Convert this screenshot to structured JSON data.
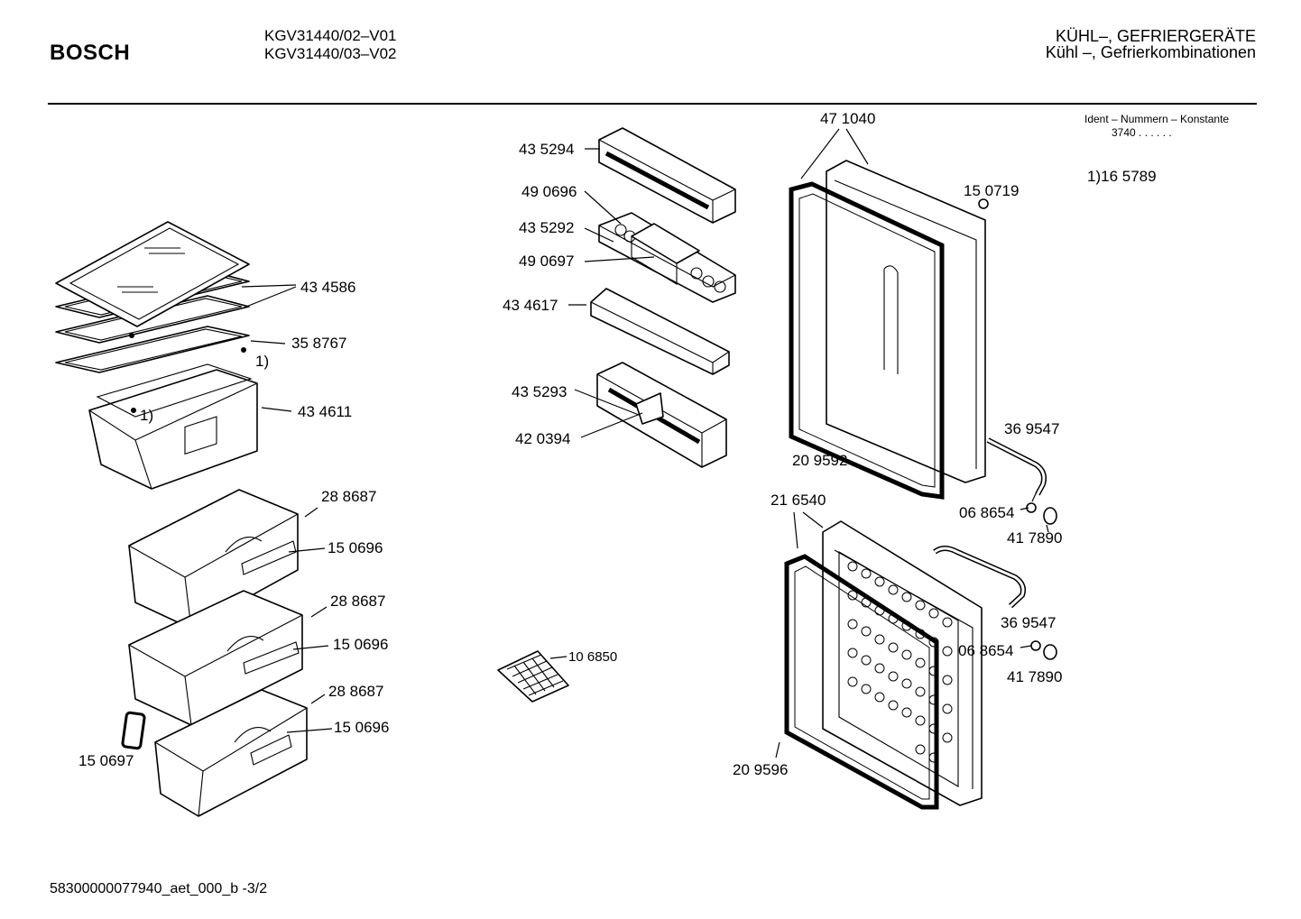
{
  "header": {
    "brand": "BOSCH",
    "models": [
      "KGV31440/02–V01",
      "KGV31440/03–V02"
    ],
    "category_de": "KÜHL–, GEFRIERGERÄTE",
    "category_sub": "Kühl –, Gefrierkombinationen"
  },
  "ident": {
    "title": "Ident – Nummern – Konstante",
    "value": "3740 . .   . . . ."
  },
  "note": "1)16 5789",
  "footer": "58300000077940_aet_000_b -3/2",
  "parts": {
    "p434586": "43 4586",
    "p358767": "35 8767",
    "fn1a": "1)",
    "fn1b": "1)",
    "p434611": "43 4611",
    "p288687a": "28 8687",
    "p150696a": "15 0696",
    "p288687b": "28 8687",
    "p150696b": "15 0696",
    "p288687c": "28 8687",
    "p150696c": "15 0696",
    "p150697": "15 0697",
    "p435294": "43 5294",
    "p490696": "49 0696",
    "p435292": "43 5292",
    "p490697": "49 0697",
    "p434617": "43 4617",
    "p435293": "43 5293",
    "p420394": "42 0394",
    "p106850": "10 6850",
    "p471040": "47 1040",
    "p150719": "15 0719",
    "p209592": "20 9592",
    "p369547a": "36 9547",
    "p216540": "21 6540",
    "p068654a": "06 8654",
    "p417890a": "41 7890",
    "p369547b": "36 9547",
    "p068654b": "06 8654",
    "p417890b": "41 7890",
    "p209596": "20 9596"
  }
}
